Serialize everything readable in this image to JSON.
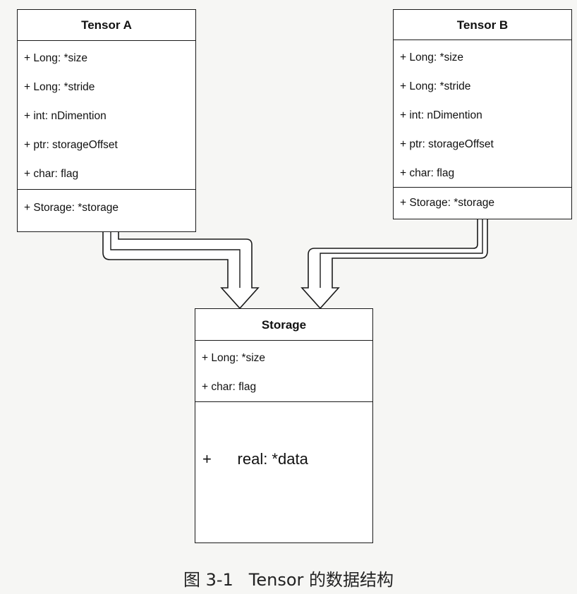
{
  "tensor_a": {
    "title": "Tensor A",
    "fields": [
      "+ Long: *size",
      "+ Long: *stride",
      "+ int:  nDimention",
      "+ ptr: storageOffset",
      "+ char: flag"
    ],
    "methods": [
      "+ Storage: *storage"
    ]
  },
  "tensor_b": {
    "title": "Tensor B",
    "fields": [
      "+ Long: *size",
      "+ Long: *stride",
      "+ int:  nDimention",
      "+ ptr: storageOffset",
      "+ char: flag"
    ],
    "methods": [
      "+ Storage: *storage"
    ]
  },
  "storage": {
    "title": "Storage",
    "fields": [
      "+ Long: *size",
      "+ char: flag"
    ],
    "methods": [
      "+      real: *data"
    ]
  },
  "caption": {
    "number": "图 3-1",
    "text": "Tensor 的数据结构"
  }
}
